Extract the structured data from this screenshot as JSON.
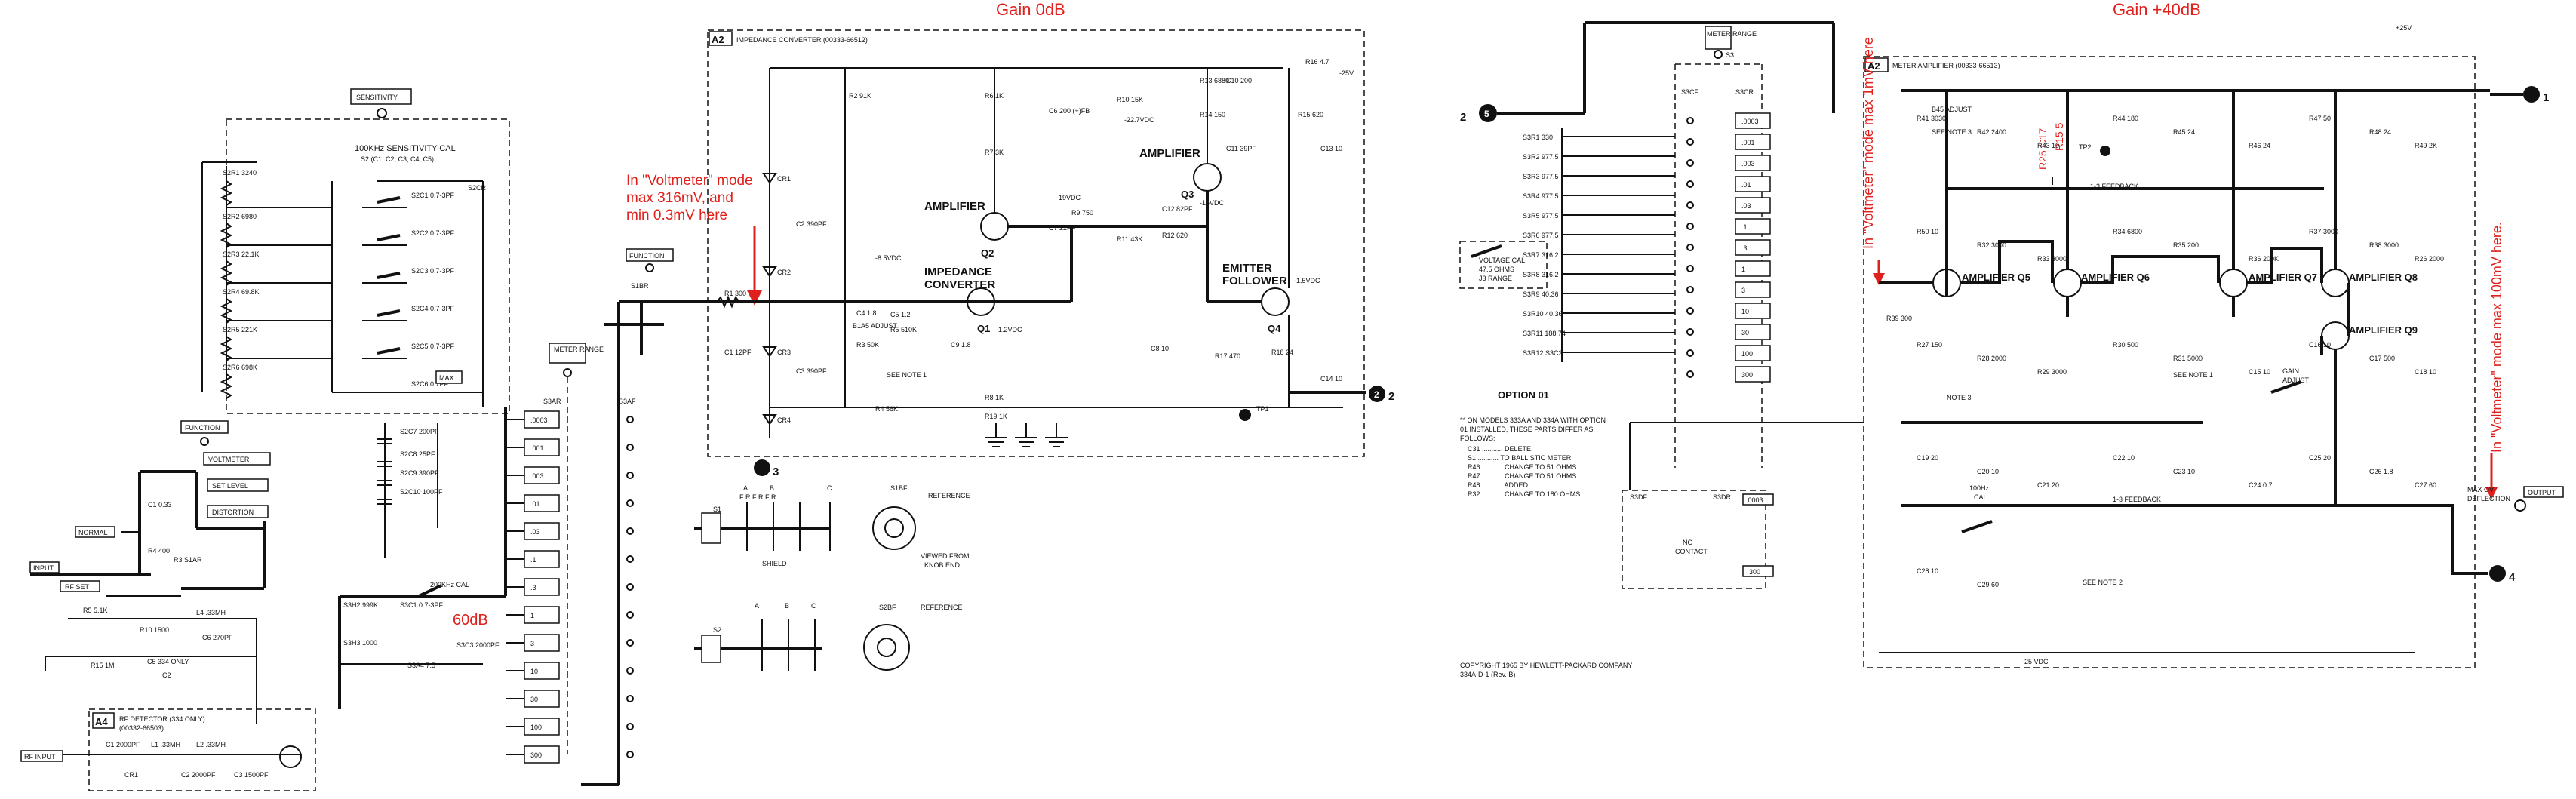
{
  "annotations": {
    "gain_left": "Gain 0dB",
    "gain_right": "Gain +40dB",
    "voltmeter_left": [
      "In \"Voltmeter\" mode",
      "max 316mV, and",
      "min 0.3mV here"
    ],
    "db60": "60dB",
    "voltmeter_mid": "In \"Voltmeter\" mode max 1mV here",
    "voltmeter_right": "In \"Voltmeter\" mode max 100mV here."
  },
  "left": {
    "input_label": "INPUT",
    "normal": "NORMAL",
    "rf_set": "RF SET",
    "function_label": "FUNCTION",
    "voltmeter": "VOLTMETER",
    "set_level": "SET LEVEL",
    "distortion": "DISTORTION",
    "rf_input": "RF INPUT",
    "a4_title": "A4",
    "a4_text": "RF DETECTOR (334 ONLY)",
    "a4_part": "(00332-66503)",
    "sensitivity": "SENSITIVITY",
    "sens_cal": "100KHz SENSITIVITY CAL",
    "sens_cal2": "S2 (C1, C2, C3, C4, C5)",
    "resistors": [
      "S2R1 3240",
      "S2R2 6980",
      "S2R3 22.1K",
      "S2R4 69.8K",
      "S2R5 221K",
      "S2R6 698K"
    ],
    "s2c": [
      "S2C1 0.7-3PF",
      "S2C2 0.7-3PF",
      "S2C3 0.7-3PF",
      "S2C4 0.7-3PF",
      "S2C5 0.7-3PF",
      "S2C6 0.7PF",
      "S2C7 200PF",
      "S2C8 25PF",
      "S2C9 390PF",
      "S2C10 100PF"
    ],
    "max": "MAX",
    "meter_range": "METER RANGE",
    "cal_200k": "200KHz CAL",
    "range_values": [
      ".0003",
      ".001",
      ".003",
      ".01",
      ".03",
      ".1",
      ".3",
      "1",
      "3",
      "10",
      "30",
      "100",
      "300"
    ],
    "s3": [
      "S3AR",
      "S3AF",
      "S3H2 999K",
      "S3H3 1000",
      "S3C1 0.7-3PF",
      "S3C3 2000PF"
    ],
    "r_labels": [
      "R5 5.1K",
      "R10 1500",
      "R15 1M",
      "R4 400",
      "R3 S1AR",
      "C1 0.33"
    ],
    "misc": [
      "L4 .33MH",
      "C6 270PF",
      "C5 334 ONLY",
      "C2",
      "C1 2000PF",
      "L1 .33MH",
      "L2 .33MH",
      "C2 2000PF",
      "C3 1500PF",
      "CR1",
      "S3A4 7.5"
    ]
  },
  "a2": {
    "title": "A2",
    "title_text": "IMPEDANCE CONVERTER (00333-66512)",
    "q_labels": [
      "AMPLIFIER",
      "Q2",
      "IMPEDANCE",
      "CONVERTER",
      "Q1",
      "AMPLIFIER",
      "Q3",
      "EMITTER",
      "FOLLOWER",
      "Q4"
    ],
    "function_label": "FUNCTION",
    "s1br": "S1BR",
    "r1": "R1 300",
    "parts": [
      "R2 91K",
      "CR1",
      "CR2",
      "CR3",
      "CR4",
      "C2 390PF",
      "C3 390PF",
      "C1 12PF",
      "R3 50K",
      "R4 56K",
      "R5 510K",
      "C5 1.2",
      "C4 1.8",
      "R6 1K",
      "R7 3K",
      "C6 200 (+)FB",
      "R10 15K",
      "C7 22PF",
      "R9 750",
      "C8 10",
      "R8 1K",
      "R12 620",
      "C12 82PF",
      "R11 43K",
      "R13 6880",
      "C10 200",
      "R14 150",
      "C11 39PF",
      "R16 4.7",
      "R15 620",
      "C13 10",
      "C14 10",
      "R18 24",
      "R17 470",
      "R19 1K"
    ],
    "notes": [
      "-22.7VDC",
      "-19VDC",
      "-25V",
      "B1A5 ADJUST",
      "SEE NOTE 1",
      "-8.5VDC",
      "-16VDC",
      "-1.2VDC",
      "-1.5VDC",
      "TP1"
    ],
    "port2": "2",
    "port3": "3",
    "port2b": "2",
    "c9": "C9 1.8"
  },
  "switch_diag": {
    "s1_label": "S1",
    "s1bf": "S1BF",
    "reference": "REFERENCE",
    "viewed_from": [
      "VIEWED FROM",
      "KNOB END"
    ],
    "shield": "SHIELD",
    "s2_label": "S2",
    "s2bf": "S2BF",
    "reference2": "REFERENCE",
    "letters": [
      "A",
      "B",
      "C"
    ],
    "fr": "F R F R F R"
  },
  "option": {
    "label": "OPTION 01",
    "voltage_cal": [
      "VOLTAGE CAL",
      "47.5 OHMS",
      "J3 RANGE"
    ],
    "notes": [
      "** ON MODELS 333A AND 334A WITH OPTION",
      "01 INSTALLED, THESE PARTS DIFFER AS",
      "FOLLOWS:",
      "C31 ........... DELETE.",
      "S1 ........... TO BALLISTIC METER.",
      "R46 ........... CHANGE TO 51 OHMS.",
      "R47 ........... CHANGE TO 51 OHMS.",
      "R48 ........... ADDED.",
      "R32 ........... CHANGE TO 180 OHMS."
    ],
    "copyright": [
      "COPYRIGHT 1965 BY HEWLETT-PACKARD COMPANY",
      "334A-D-1 (Rev. B)"
    ],
    "meter_range": "METER RANGE",
    "s3": "S3",
    "port2": "2",
    "port2_circle": "5",
    "no_contact": [
      "NO",
      "CONTACT"
    ],
    "s3resistors": [
      "S3R1 330",
      "S3R2 977.5",
      "S3R3 977.5",
      "S3R4 977.5",
      "S3R5 977.5",
      "S3R6 977.5",
      "S3R7 316.2",
      "S3R8 316.2",
      "S3R9 40.36",
      "S3R10 40.36",
      "S3R11 188.74",
      "S3R12 S3C2"
    ],
    "range_values": [
      ".0003",
      ".001",
      ".003",
      ".01",
      ".03",
      ".1",
      ".3",
      "1",
      "3",
      "10",
      "30",
      "100",
      "300"
    ],
    "range_bottom": [
      ".0003",
      "300"
    ],
    "s3cf": "S3CF",
    "s3cr": "S3CR",
    "s3df": "S3DF",
    "s3dr": "S3DR"
  },
  "a3": {
    "title": "A2",
    "title_text": "METER AMPLIFIER (00333-66513)",
    "q_labels": [
      "AMPLIFIER Q5",
      "AMPLIFIER Q6",
      "AMPLIFIER Q7",
      "AMPLIFIER Q8",
      "AMPLIFIER Q9"
    ],
    "feedback1": "1-3 FEEDBACK",
    "feedback2": "1-3 FEEDBACK",
    "plus25": "+25V",
    "minus25": "-25 VDC",
    "tp2": "TP2",
    "port1": "1",
    "port4": "4",
    "output_label": [
      "MAX OV",
      "DEFLECTION"
    ],
    "output": "OUTPUT",
    "gain_adjust": [
      "GAIN",
      "ADJUST"
    ],
    "cal_100": [
      "100Hz",
      "CAL"
    ],
    "parts": [
      "R41 3030",
      "R42 2400",
      "R43 10",
      "R44 180",
      "R45 24",
      "R46 24",
      "R47 50",
      "R48 24",
      "R49 2K",
      "R50 10",
      "R32 3000",
      "R33 3000",
      "R34 6800",
      "R35 200",
      "R36 200K",
      "R37 3000",
      "R38 3000",
      "R26 2000",
      "R27 150",
      "R28 2000",
      "R29 3000",
      "R30 500",
      "R31 5000",
      "C15 10",
      "C16 10",
      "C17 500",
      "C18 10",
      "C19 20",
      "C20 10",
      "C21 20",
      "C22 10",
      "C23 10",
      "C24 0.7",
      "C25 20",
      "C26 1.8",
      "C27 60",
      "C28 10",
      "C29 60"
    ],
    "notes": [
      "SEE NOTE 1",
      "SEE NOTE 2",
      "SEE NOTE 3",
      "NOTE 3",
      "R25 C17",
      "R15 5"
    ],
    "r43_label": "B45 ADJUST",
    "r39": "R39 300",
    "feedback_labels": [
      "1-3 FEEDBACK",
      "1-3 FEEDBACK"
    ]
  }
}
